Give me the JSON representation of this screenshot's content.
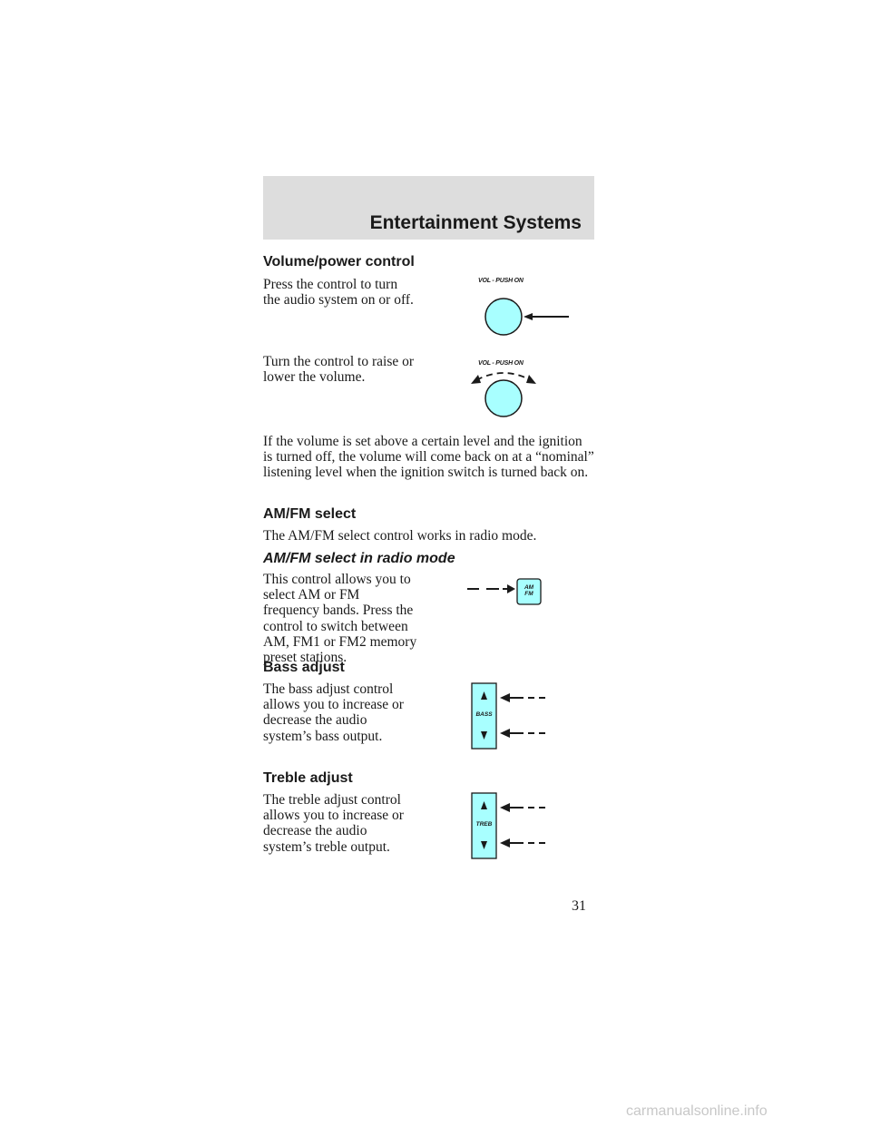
{
  "header": {
    "title": "Entertainment Systems"
  },
  "volume": {
    "heading": "Volume/power control",
    "para1": "Press the control to turn the audio system on or off.",
    "para2": "Turn the control to raise or lower the volume.",
    "knob_label_1": "VOL - PUSH ON",
    "knob_label_2": "VOL - PUSH ON",
    "para3": "If the volume is set above a certain level and the ignition is turned off, the volume will come back on at a “nominal” listening level when the ignition switch is turned back on."
  },
  "amfm": {
    "heading": "AM/FM select",
    "para1": "The AM/FM select control works in radio mode.",
    "subheading": "AM/FM select in radio mode",
    "para2": "This control allows you to select AM or FM frequency bands. Press the control to switch between AM, FM1 or FM2 memory preset stations.",
    "button_line1": "AM",
    "button_line2": "FM"
  },
  "bass": {
    "heading": "Bass adjust",
    "para": "The bass adjust control allows you to increase or decrease the audio system’s bass output.",
    "control_label": "BASS"
  },
  "treble": {
    "heading": "Treble adjust",
    "para": "The treble adjust control allows you to increase or decrease the audio system’s treble output.",
    "control_label": "TREB"
  },
  "page_number": "31",
  "watermark": "carmanualsonline.info",
  "colors": {
    "control_fill": "#a8ffff",
    "header_band": "#dddddd"
  }
}
